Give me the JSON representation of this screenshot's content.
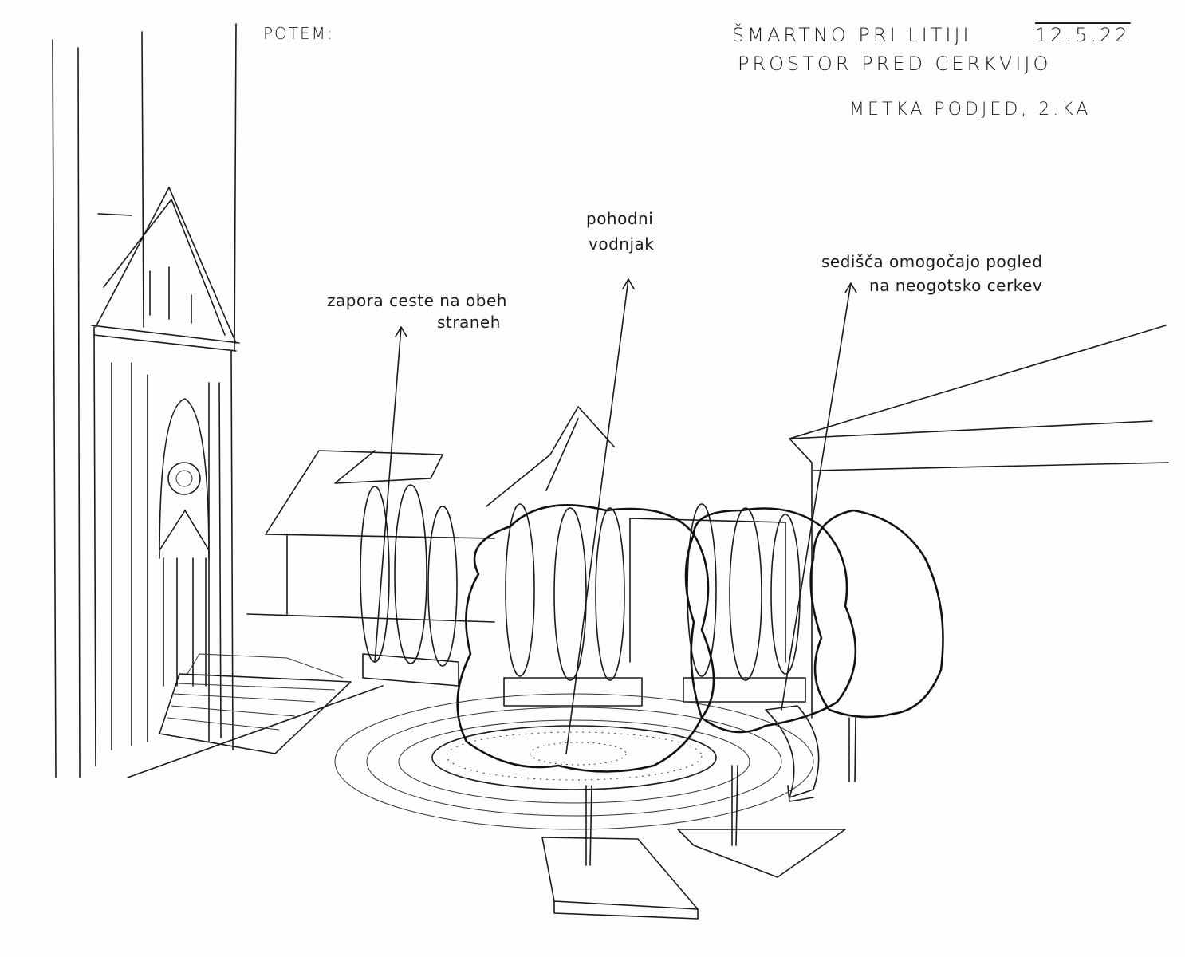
{
  "header": {
    "label": "POTEM:",
    "place": "ŠMARTNO PRI LITIJI",
    "date": "12.5.22",
    "subject": "PROSTOR PRED CERKVIJO",
    "author": "METKA PODJED, 2.KA"
  },
  "annotations": [
    {
      "line1": "zapora ceste na obeh",
      "line2": "straneh"
    },
    {
      "line1": "pohodni",
      "line2": "vodnjak"
    },
    {
      "line1": "sedišča omogočajo pogled",
      "line2": "na neogotsko cerkev"
    }
  ]
}
